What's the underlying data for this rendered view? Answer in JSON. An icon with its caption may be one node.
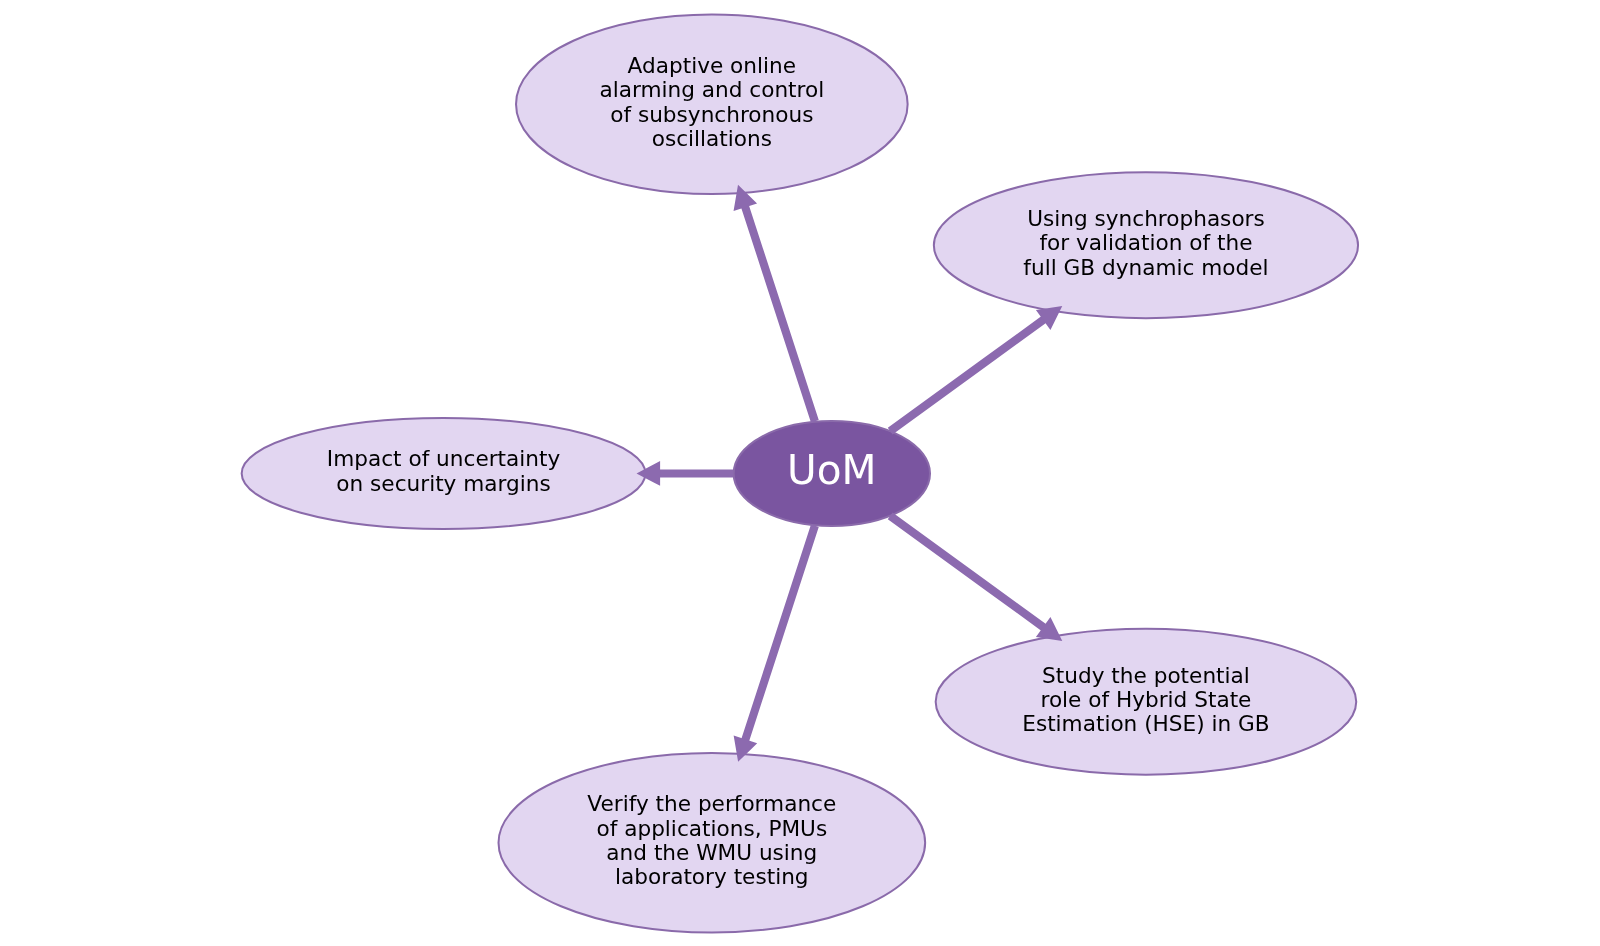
{
  "diagram": {
    "nodes": [
      {
        "text": [
          "UoM"
        ]
      },
      {
        "text": [
          "Using synchrophasors for validation of the full GB dynamic model"
        ]
      },
      {
        "text": [
          "Adaptive online alarming and control of subsynchronous oscillations"
        ]
      },
      {
        "text": [
          "Impact of uncertainty on security margins"
        ]
      },
      {
        "text": [
          "Verify the performance of applications, PMUs and the WMU using laboratory testing"
        ]
      },
      {
        "text": [
          "Study the potential role of Hybrid State Estimation (HSE) in GB"
        ]
      }
    ],
    "edges": [
      {
        "from": 0,
        "to": 1,
        "arrow": "to"
      },
      {
        "from": 0,
        "to": 2,
        "arrow": "to"
      },
      {
        "from": 0,
        "to": 3,
        "arrow": "to"
      },
      {
        "from": 0,
        "to": 4,
        "arrow": "to"
      },
      {
        "from": 0,
        "to": 5,
        "arrow": "to"
      }
    ]
  }
}
